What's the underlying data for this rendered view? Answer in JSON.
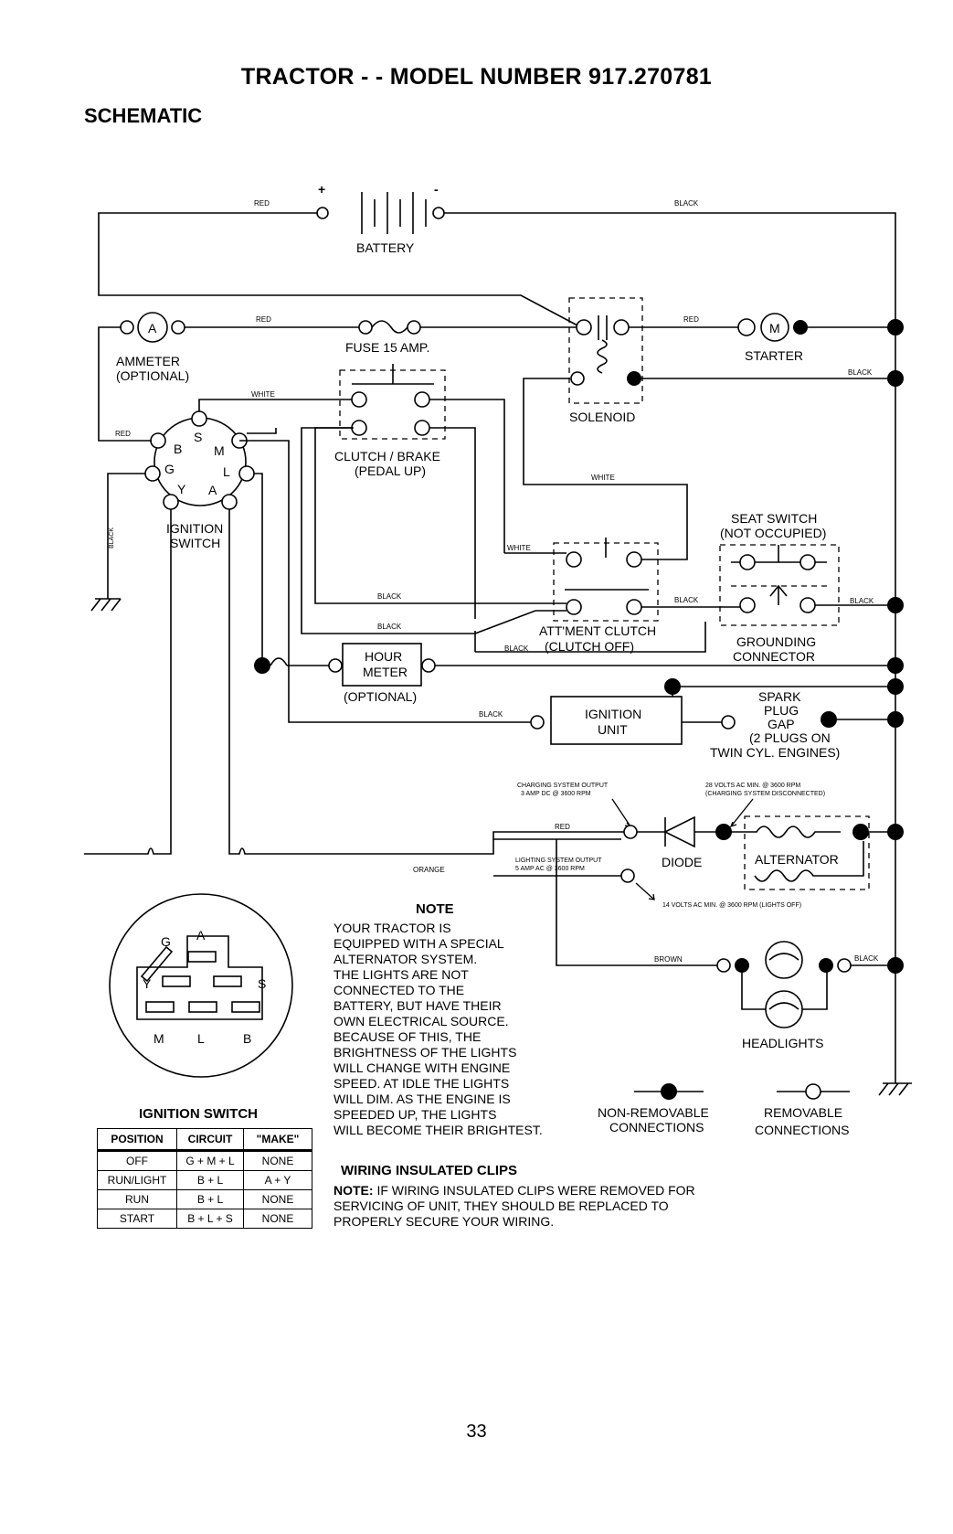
{
  "title": "TRACTOR - - MODEL NUMBER 917.270781",
  "section": "SCHEMATIC",
  "components": {
    "battery": "BATTERY",
    "battery_plus": "+",
    "battery_minus": "-",
    "ammeter": "AMMETER",
    "ammeter_optional": "(OPTIONAL)",
    "ammeter_letter": "A",
    "fuse": "FUSE 15 AMP.",
    "starter": "STARTER",
    "starter_letter": "M",
    "solenoid": "SOLENOID",
    "clutch_brake": "CLUTCH / BRAKE",
    "clutch_brake_sub": "(PEDAL UP)",
    "ignition_switch_1": "IGNITION",
    "ignition_switch_2": "SWITCH",
    "seat_switch": "SEAT SWITCH",
    "seat_switch_sub": "(NOT OCCUPIED)",
    "attment_clutch": "ATT'MENT CLUTCH",
    "attment_clutch_sub": "(CLUTCH OFF)",
    "grounding_1": "GROUNDING",
    "grounding_2": "CONNECTOR",
    "hour_meter_1": "HOUR",
    "hour_meter_2": "METER",
    "hour_meter_optional": "(OPTIONAL)",
    "ignition_unit_1": "IGNITION",
    "ignition_unit_2": "UNIT",
    "spark_1": "SPARK",
    "spark_2": "PLUG",
    "spark_3": "GAP",
    "spark_4": "(2 PLUGS ON",
    "spark_5": "TWIN CYL. ENGINES)",
    "diode": "DIODE",
    "alternator": "ALTERNATOR",
    "headlights": "HEADLIGHTS"
  },
  "switch_letters": {
    "s": "S",
    "b": "B",
    "m": "M",
    "g": "G",
    "l": "L",
    "y": "Y",
    "a": "A"
  },
  "wires": {
    "red": "RED",
    "black": "BLACK",
    "white": "WHITE",
    "orange": "ORANGE",
    "brown": "BROWN"
  },
  "alternator_specs": {
    "charging_1": "CHARGING SYSTEM OUTPUT",
    "charging_2": "3 AMP DC @ 3600 RPM",
    "volts_1": "28 VOLTS AC MIN. @ 3600 RPM",
    "volts_2": "(CHARGING SYSTEM DISCONNECTED)",
    "lighting_1": "LIGHTING SYSTEM OUTPUT",
    "lighting_2": "5 AMP AC @ 3600 RPM",
    "lights_off": "14 VOLTS AC MIN. @ 3600 RPM (LIGHTS OFF)"
  },
  "note": {
    "title": "NOTE",
    "lines": [
      "YOUR TRACTOR IS",
      "EQUIPPED WITH A SPECIAL",
      "ALTERNATOR SYSTEM.",
      "THE LIGHTS ARE NOT",
      "CONNECTED TO THE",
      "BATTERY, BUT HAVE THEIR",
      "OWN ELECTRICAL SOURCE.",
      "BECAUSE OF THIS, THE",
      "BRIGHTNESS OF THE LIGHTS",
      "WILL CHANGE WITH ENGINE",
      "SPEED.  AT IDLE THE LIGHTS",
      "WILL DIM.  AS THE ENGINE IS",
      "SPEEDED UP, THE LIGHTS",
      "WILL BECOME THEIR BRIGHTEST."
    ]
  },
  "legend": {
    "nonremovable_1": "NON-REMOVABLE",
    "nonremovable_2": "CONNECTIONS",
    "removable_1": "REMOVABLE",
    "removable_2": "CONNECTIONS"
  },
  "clips": {
    "heading": "WIRING INSULATED CLIPS",
    "note_label": "NOTE:",
    "lines": [
      " IF WIRING INSULATED CLIPS WERE REMOVED FOR",
      "SERVICING OF UNIT, THEY SHOULD BE REPLACED TO",
      "PROPERLY SECURE YOUR WIRING."
    ]
  },
  "ignition_face": {
    "title": "IGNITION SWITCH",
    "letters": {
      "g": "G",
      "a": "A",
      "y": "Y",
      "s": "S",
      "m": "M",
      "l": "L",
      "b": "B"
    }
  },
  "switch_table": {
    "headers": [
      "POSITION",
      "CIRCUIT",
      "\"MAKE\""
    ],
    "rows": [
      [
        "OFF",
        "G + M + L",
        "NONE"
      ],
      [
        "RUN/LIGHT",
        "B + L",
        "A + Y"
      ],
      [
        "RUN",
        "B + L",
        "NONE"
      ],
      [
        "START",
        "B + L + S",
        "NONE"
      ]
    ]
  },
  "page_number": "33"
}
